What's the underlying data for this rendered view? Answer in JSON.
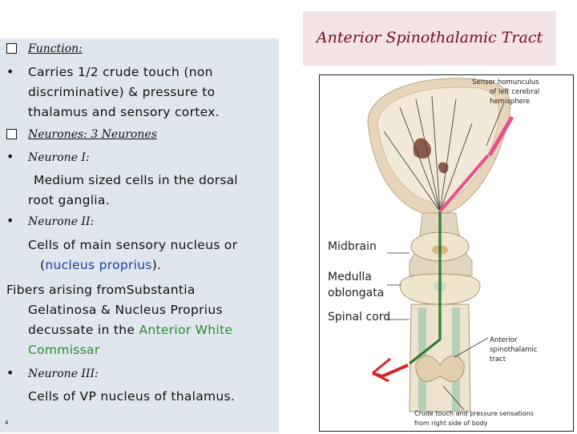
{
  "left": {
    "function_heading": "Function:",
    "function_text_1": "Carries 1/2 crude touch (non",
    "function_text_2": "discriminative) & pressure to",
    "function_text_3": "thalamus and sensory cortex.",
    "neurones_heading": "Neurones: 3 Neurones",
    "neurone1_heading": "Neurone I:",
    "neurone1_text_1": "Medium sized cells in the dorsal",
    "neurone1_text_2": "root ganglia.",
    "neurone2_heading": "Neurone II:",
    "neurone2_text_1": "Cells of main sensory nucleus or",
    "neurone2_text_2a": "(",
    "neurone2_text_2b": "nucleus proprius",
    "neurone2_text_2c": ").",
    "fibers_text_1": "Fibers  arising fromSubstantia",
    "fibers_text_2": "Gelatinosa & Nucleus Proprius",
    "fibers_text_3": "decussate in the",
    "fibers_text_3b": "Anterior White",
    "fibers_text_4": "Commissar",
    "neurone3_heading": "Neurone III:",
    "neurone3_text": "Cells of VP nucleus of thalamus.",
    "page_mark": "4"
  },
  "title": "Anterior Spinothalamic Tract",
  "diagram": {
    "homunculus_1": "Sensor homunculus",
    "homunculus_2": "of left cerebral",
    "homunculus_3": "hemisphere",
    "midbrain": "Midbrain",
    "medulla_1": "Medulla",
    "medulla_2": "oblongata",
    "spinal_cord": "Spinal cord",
    "tract_1": "Anterior",
    "tract_2": "spinothalamic",
    "tract_3": "tract",
    "bottom_1": "Crude touch and pressure sensations",
    "bottom_2": "from right side of body"
  },
  "colors": {
    "green_text": "#2e8b2e",
    "blue_text": "#1a3fa0",
    "title": "#7a0a1e",
    "pathway_green": "#2e7d32",
    "pathway_pink": "#e8508a",
    "pathway_red": "#d8232a"
  }
}
